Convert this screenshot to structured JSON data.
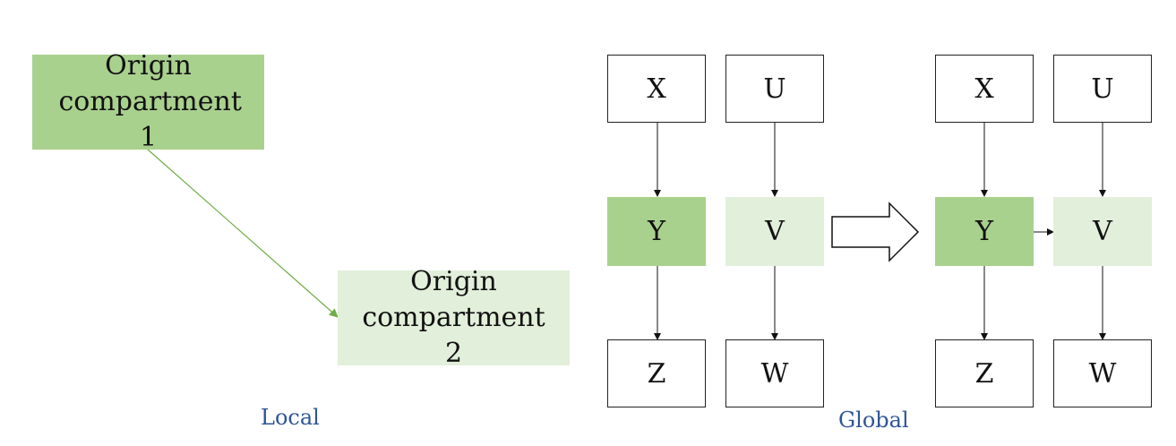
{
  "local": {
    "caption": "Local",
    "origin1": "Origin compartment 1",
    "origin2": "Origin compartment 2"
  },
  "global": {
    "caption": "Global",
    "before": {
      "x": "X",
      "u": "U",
      "y": "Y",
      "v": "V",
      "z": "Z",
      "w": "W"
    },
    "after": {
      "x": "X",
      "u": "U",
      "y": "Y",
      "v": "V",
      "z": "Z",
      "w": "W"
    }
  },
  "colors": {
    "dark_green": "#a9d18e",
    "light_green": "#e2efda",
    "arrow_green": "#70ad47",
    "caption_blue": "#2f5597"
  }
}
